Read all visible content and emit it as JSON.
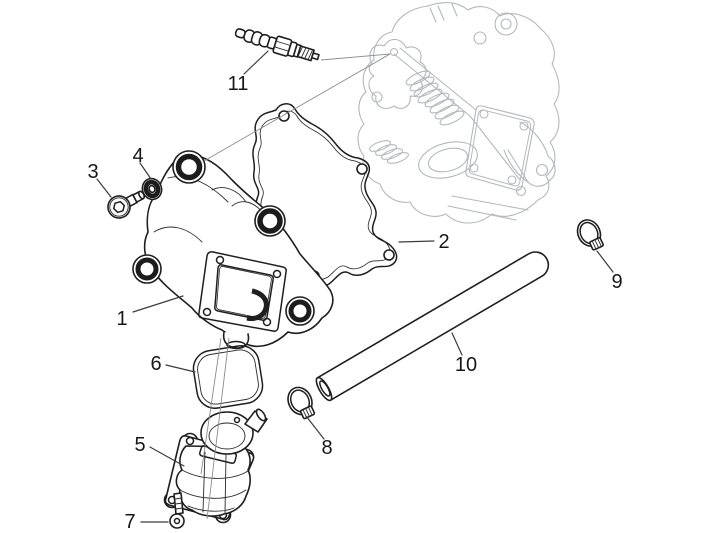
{
  "figure": {
    "type": "exploded-parts-diagram",
    "background_color": "#ffffff",
    "ink_color": "#1f1f1f",
    "faint_color": "#b4b8ba",
    "leader_color": "#3c3c3c",
    "callouts": [
      {
        "number": "1"
      },
      {
        "number": "2"
      },
      {
        "number": "3"
      },
      {
        "number": "4"
      },
      {
        "number": "5"
      },
      {
        "number": "6"
      },
      {
        "number": "7"
      },
      {
        "number": "8"
      },
      {
        "number": "9"
      },
      {
        "number": "10"
      },
      {
        "number": "11"
      }
    ]
  }
}
